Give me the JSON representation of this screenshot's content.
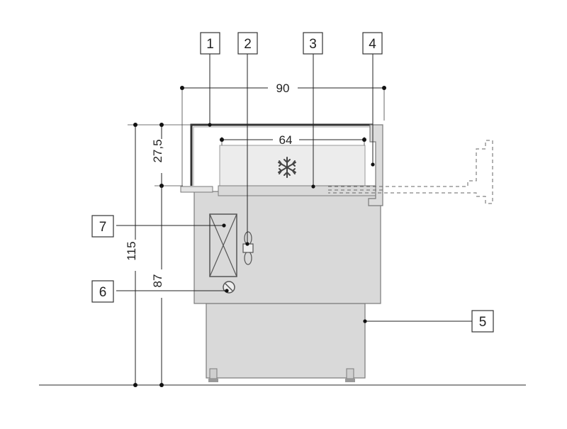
{
  "callouts": [
    {
      "number": "1"
    },
    {
      "number": "2"
    },
    {
      "number": "3"
    },
    {
      "number": "4"
    },
    {
      "number": "5"
    },
    {
      "number": "6"
    },
    {
      "number": "7"
    }
  ],
  "dimensions": {
    "overall_depth": "90",
    "inner_depth": "64",
    "display_height": "27,5",
    "total_height": "115",
    "counter_height": "87"
  },
  "icons": {
    "cooling": "snowflake-icon"
  },
  "colors": {
    "cabinet_fill": "#d9d9d9",
    "cabinet_stroke": "#7a7a7a",
    "glass_fill": "#ececec",
    "line": "#222222"
  }
}
